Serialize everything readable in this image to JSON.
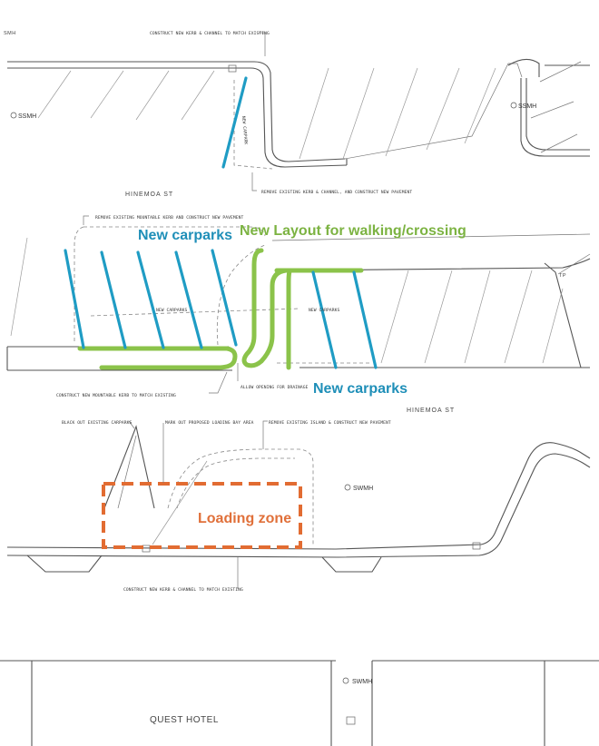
{
  "notes": {
    "n1": "CONSTRUCT NEW KERB & CHANNEL TO MATCH EXISTING",
    "n2": "REMOVE EXISTING KERB & CHANNEL, AND CONSTRUCT NEW PAVEMENT",
    "n3": "REMOVE EXISTING MOUNTABLE KERB AND CONSTRUCT NEW PAVEMENT",
    "n4": "CONSTRUCT NEW MOUNTABLE KERB TO MATCH EXISTING",
    "n5": "ALLOW OPENING FOR DRAINAGE",
    "n6": "BLACK OUT EXISTING CARPARKS",
    "n7": "MARK OUT PROPOSED LOADING BAY AREA",
    "n8": "REMOVE EXISTING ISLAND & CONSTRUCT NEW PAVEMENT",
    "n9": "CONSTRUCT NEW KERB & CHANNEL TO MATCH EXISTING"
  },
  "labels": {
    "street1": "HINEMOA ST",
    "street2": "HINEMOA ST",
    "new_carpark_top": "NEW CARPARK",
    "new_carparks_mid_left": "NEW CARPARKS",
    "new_carparks_mid_right": "NEW CARPARKS",
    "hotel": "QUEST HOTEL",
    "sm_top_left": "SSMH",
    "sm_top_right": "SSMH",
    "sm_mid": "SWMH",
    "sm_bottom": "SWMH",
    "edge_top_left": "SMH",
    "edge_right": "TP"
  },
  "annotations": {
    "new_carparks_left": "New carparks",
    "new_layout": "New Layout for walking/crossing",
    "new_carparks_right": "New carparks",
    "loading_zone": "Loading zone"
  },
  "colors": {
    "new_carparks": "#1f9cc4",
    "walking_layout": "#8bc34a",
    "loading_zone": "#e26c32"
  }
}
